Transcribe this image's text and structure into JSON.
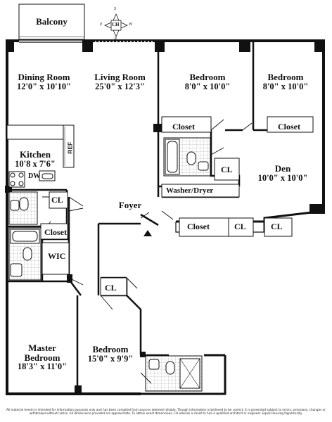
{
  "compass": {
    "n": "N",
    "s": "S",
    "e": "E",
    "w": "W",
    "logo": "CH"
  },
  "rooms": {
    "balcony": {
      "name": "Balcony"
    },
    "dining": {
      "name": "Dining Room",
      "dims": "12'0\" x 10'10\""
    },
    "living": {
      "name": "Living Room",
      "dims": "25'0\" x 12'3\""
    },
    "bedroom1": {
      "name": "Bedroom",
      "dims": "8'0\" x 10'0\""
    },
    "bedroom2": {
      "name": "Bedroom",
      "dims": "8'0\" x 10'0\""
    },
    "kitchen": {
      "name": "Kitchen",
      "dims": "10'8 x 7'6\""
    },
    "den": {
      "name": "Den",
      "dims": "10'0\" x 10'0\""
    },
    "foyer": {
      "name": "Foyer"
    },
    "master": {
      "name_line1": "Master",
      "name_line2": "Bedroom",
      "dims": "18'3\" x 11'0\""
    },
    "bedroom3": {
      "name": "Bedroom",
      "dims": "15'0\" x 9'9\""
    }
  },
  "labels": {
    "closet_bed1": "Closet",
    "closet_bed2": "Closet",
    "cl_den": "CL",
    "washer": "Washer/Dryer",
    "ref": "REF",
    "dw": "DW",
    "cl_bath": "CL",
    "closet_master": "Closet",
    "wic": "WIC",
    "cl_hall": "CL",
    "closet_foyer": "Closet",
    "cl_foyer1": "CL",
    "cl_foyer2": "CL"
  },
  "disclaimer": "All material herein is intended for information purposes only and has been compiled from sources deemed reliable. Though information is believed to be correct, it is presented subject to errors, omissions, changes or withdrawal without notice. All dimensions provided are approximate. To obtain exact dimensions, CH advises a client to hire a qualified architect or engineer. Equal Housing Opportunity."
}
